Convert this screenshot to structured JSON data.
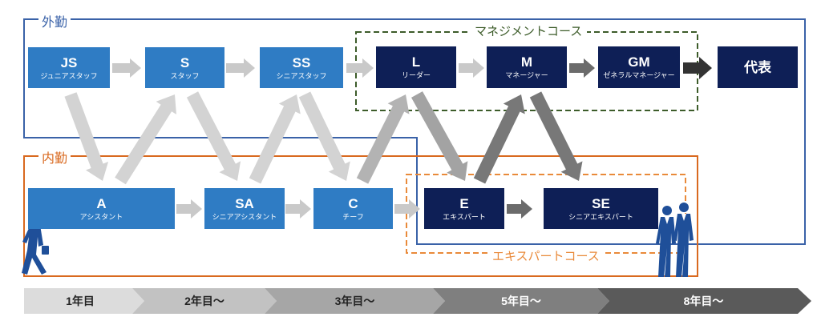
{
  "zones": {
    "field": {
      "label": "外勤",
      "color": "#3a62a8"
    },
    "office": {
      "label": "内勤",
      "color": "#d9691f"
    }
  },
  "courses": {
    "management": {
      "label": "マネジメントコース",
      "color": "#3d5c2a"
    },
    "expert": {
      "label": "エキスパートコース",
      "color": "#e98a3a"
    }
  },
  "nodes": {
    "JS": {
      "code": "JS",
      "sub": "ジュニアスタッフ"
    },
    "S": {
      "code": "S",
      "sub": "スタッフ"
    },
    "SS": {
      "code": "SS",
      "sub": "シニアスタッフ"
    },
    "L": {
      "code": "L",
      "sub": "リーダー"
    },
    "M": {
      "code": "M",
      "sub": "マネージャー"
    },
    "GM": {
      "code": "GM",
      "sub": "ゼネラルマネージャー"
    },
    "REP": {
      "code": "代表",
      "sub": ""
    },
    "A": {
      "code": "A",
      "sub": "アシスタント"
    },
    "SA": {
      "code": "SA",
      "sub": "シニアアシスタント"
    },
    "C": {
      "code": "C",
      "sub": "チーフ"
    },
    "E": {
      "code": "E",
      "sub": "エキスパート"
    },
    "SE": {
      "code": "SE",
      "sub": "シニアエキスパート"
    }
  },
  "timeline": [
    {
      "label": "1年目"
    },
    {
      "label": "2年目〜"
    },
    {
      "label": "3年目〜"
    },
    {
      "label": "5年目〜"
    },
    {
      "label": "8年目〜"
    }
  ],
  "colors": {
    "node_light": "#2f7cc4",
    "node_dark": "#0e1f56",
    "arrow_light": "#c9c9c9",
    "arrow_dark": "#6b6b6b"
  },
  "icons": [
    "walking-businessman-icon",
    "two-businessmen-icon"
  ]
}
